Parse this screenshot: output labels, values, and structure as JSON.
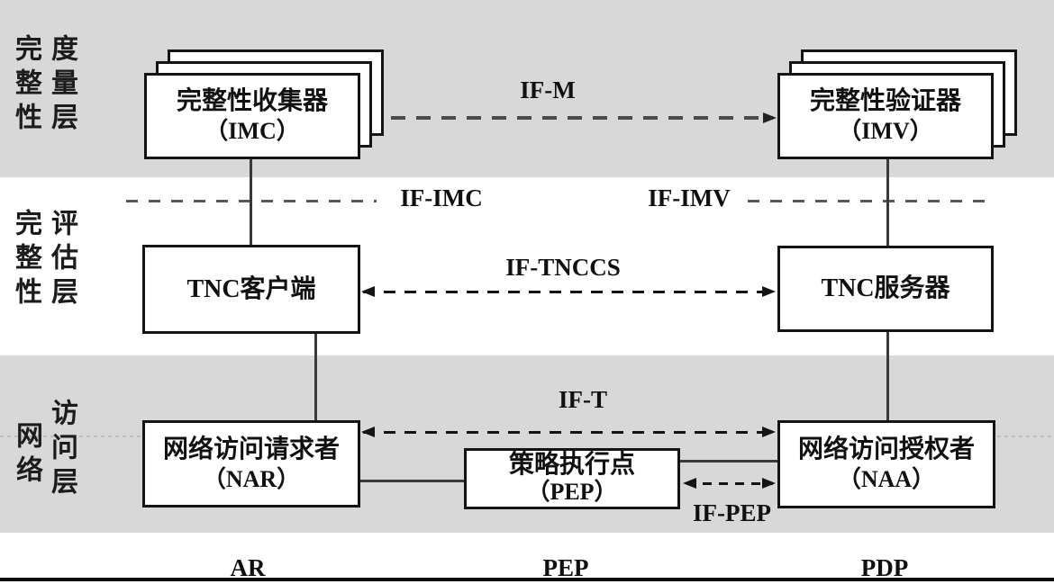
{
  "layers": [
    {
      "id": "integrity-measurement-layer",
      "col1": "完整性",
      "col2": "度量层"
    },
    {
      "id": "integrity-evaluation-layer",
      "col1": "完整性",
      "col2": "评估层"
    },
    {
      "id": "network-access-layer",
      "col1": "网络",
      "col2": "访问层"
    }
  ],
  "nodes": {
    "imc": {
      "line1": "完整性收集器",
      "line2": "（IMC）"
    },
    "imv": {
      "line1": "完整性验证器",
      "line2": "（IMV）"
    },
    "tnc_client": {
      "line1": "TNC客户端"
    },
    "tnc_server": {
      "line1": "TNC服务器"
    },
    "nar": {
      "line1": "网络访问请求者",
      "line2": "（NAR）"
    },
    "pep": {
      "line1": "策略执行点",
      "line2": "（PEP）"
    },
    "naa": {
      "line1": "网络访问授权者",
      "line2": "（NAA）"
    }
  },
  "interfaces": {
    "if_m": "IF-M",
    "if_imc": "IF-IMC",
    "if_imv": "IF-IMV",
    "if_tnccs": "IF-TNCCS",
    "if_t": "IF-T",
    "if_pep": "IF-PEP"
  },
  "footer": {
    "ar": "AR",
    "pep": "PEP",
    "pdp": "PDP"
  },
  "colors": {
    "band_gray": "#d8d8d8",
    "box_border": "#141414",
    "dash_dark_gray": "#4b4b4b",
    "dash_black": "#141414",
    "faint_dotted": "#bdbdbd"
  }
}
